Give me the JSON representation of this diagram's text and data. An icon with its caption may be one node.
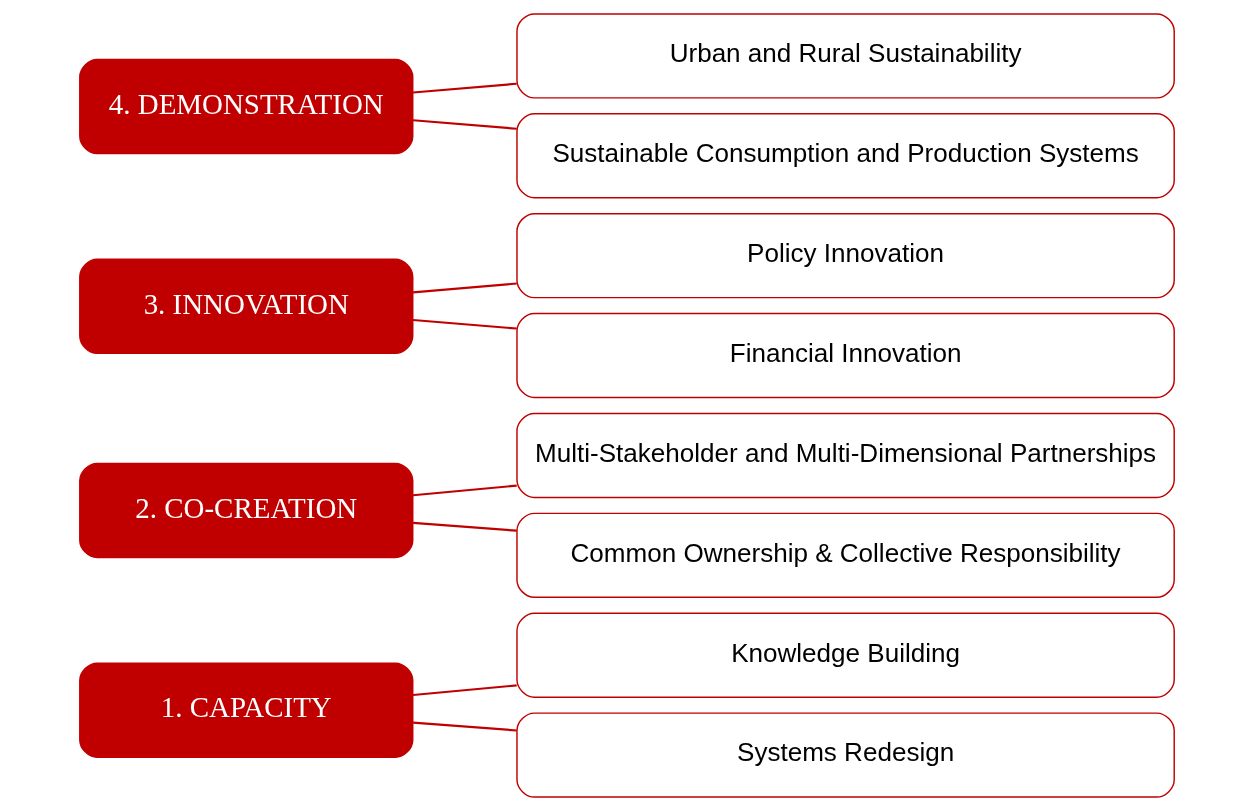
{
  "diagram": {
    "nodes": [
      {
        "text": [
          "1. CAPACITY"
        ]
      },
      {
        "text": [
          "Knowledge Building"
        ]
      },
      {
        "text": [
          "Systems Redesign"
        ]
      },
      {
        "text": [
          "2. CO-CREATION"
        ]
      },
      {
        "text": [
          "Multi-Stakeholder and Multi-Dimensional Partnerships"
        ]
      },
      {
        "text": [
          "Common Ownership & Collective Responsibility"
        ]
      },
      {
        "text": [
          "3. INNOVATION"
        ]
      },
      {
        "text": [
          "Policy Innovation"
        ]
      },
      {
        "text": [
          "Financial Innovation"
        ]
      },
      {
        "text": [
          "4. DEMONSTRATION"
        ]
      },
      {
        "text": [
          "Urban and Rural Sustainability"
        ]
      },
      {
        "text": [
          "Sustainable Consumption and Production Systems"
        ]
      }
    ],
    "edges": [
      {
        "from": 0,
        "to": 1,
        "arrow": "none"
      },
      {
        "from": 0,
        "to": 2,
        "arrow": "none"
      },
      {
        "from": 3,
        "to": 4,
        "arrow": "none"
      },
      {
        "from": 3,
        "to": 5,
        "arrow": "none"
      },
      {
        "from": 6,
        "to": 7,
        "arrow": "none"
      },
      {
        "from": 6,
        "to": 8,
        "arrow": "none"
      },
      {
        "from": 9,
        "to": 10,
        "arrow": "none"
      },
      {
        "from": 9,
        "to": 11,
        "arrow": "none"
      }
    ]
  }
}
